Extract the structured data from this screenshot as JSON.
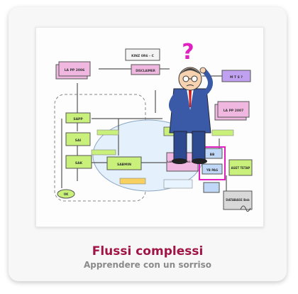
{
  "card": {
    "title": "Flussi complessi",
    "subtitle": "Apprendere con un sorriso"
  },
  "diagram": {
    "labels": {
      "kinz": "KINZ 0R6 - C",
      "lapp2006": "LA PP 2006",
      "disclaimer": "DISCLAIMER",
      "mts": "M T S ?",
      "lapp2007": "LA PP 2007",
      "sapp": "SAPP",
      "sai": "SAI",
      "sak": "SAK",
      "sabmin": "SABMIN",
      "ok": "OK",
      "lapo": "LAP 1997 / 2001 BPS",
      "bb": "BB",
      "ypag": "YB PAG",
      "aset": "ASET TETAP",
      "database": "DATABASE Bab",
      "question": "?"
    }
  },
  "colors": {
    "title": "#a01545",
    "subtitle": "#8a8a8a",
    "pink_box": "#f0b8e0",
    "green_box": "#c8f07a",
    "purple_box": "#c0a0f0"
  }
}
